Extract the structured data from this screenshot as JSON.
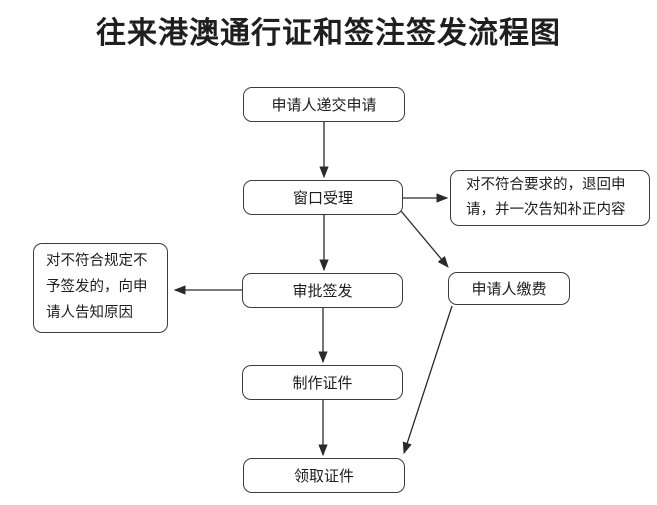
{
  "title": "往来港澳通行证和签注签发流程图",
  "nodes": {
    "submit": "申请人递交申请",
    "window_accept": "窗口受理",
    "return_notice": "对不符合要求的，退回申\n请，并一次告知补正内容",
    "approve_issue": "审批签发",
    "refuse_notice": "对不符合规定不\n予签发的，向申\n请人告知原因",
    "pay_fee": "申请人缴费",
    "produce_card": "制作证件",
    "collect_card": "领取证件"
  },
  "colors": {
    "background": "#ffffff",
    "node_border": "#3d3d3d",
    "text": "#1c1c1c",
    "arrow": "#2a2a2a"
  }
}
